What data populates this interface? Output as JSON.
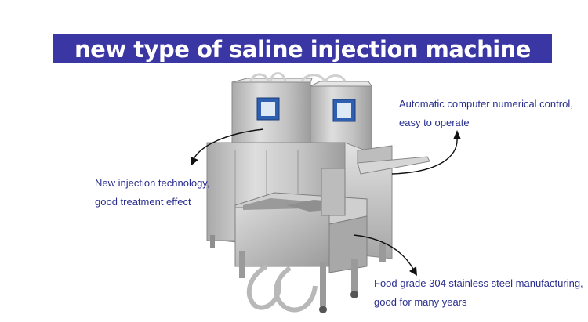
{
  "title": "new type of saline injection machine",
  "callouts": {
    "control": {
      "line1": "Automatic computer numerical control,",
      "line2": "easy to operate"
    },
    "injection": {
      "line1": "New injection technology,",
      "line2": "good treatment effect"
    },
    "material": {
      "line1": "Food grade 304 stainless steel manufacturing,",
      "line2": "good for many years"
    }
  },
  "colors": {
    "banner": "#3a36a4",
    "callout_text": "#2a2f8f",
    "steel": "#c9c9c9",
    "panel": "#2f5fb0"
  }
}
